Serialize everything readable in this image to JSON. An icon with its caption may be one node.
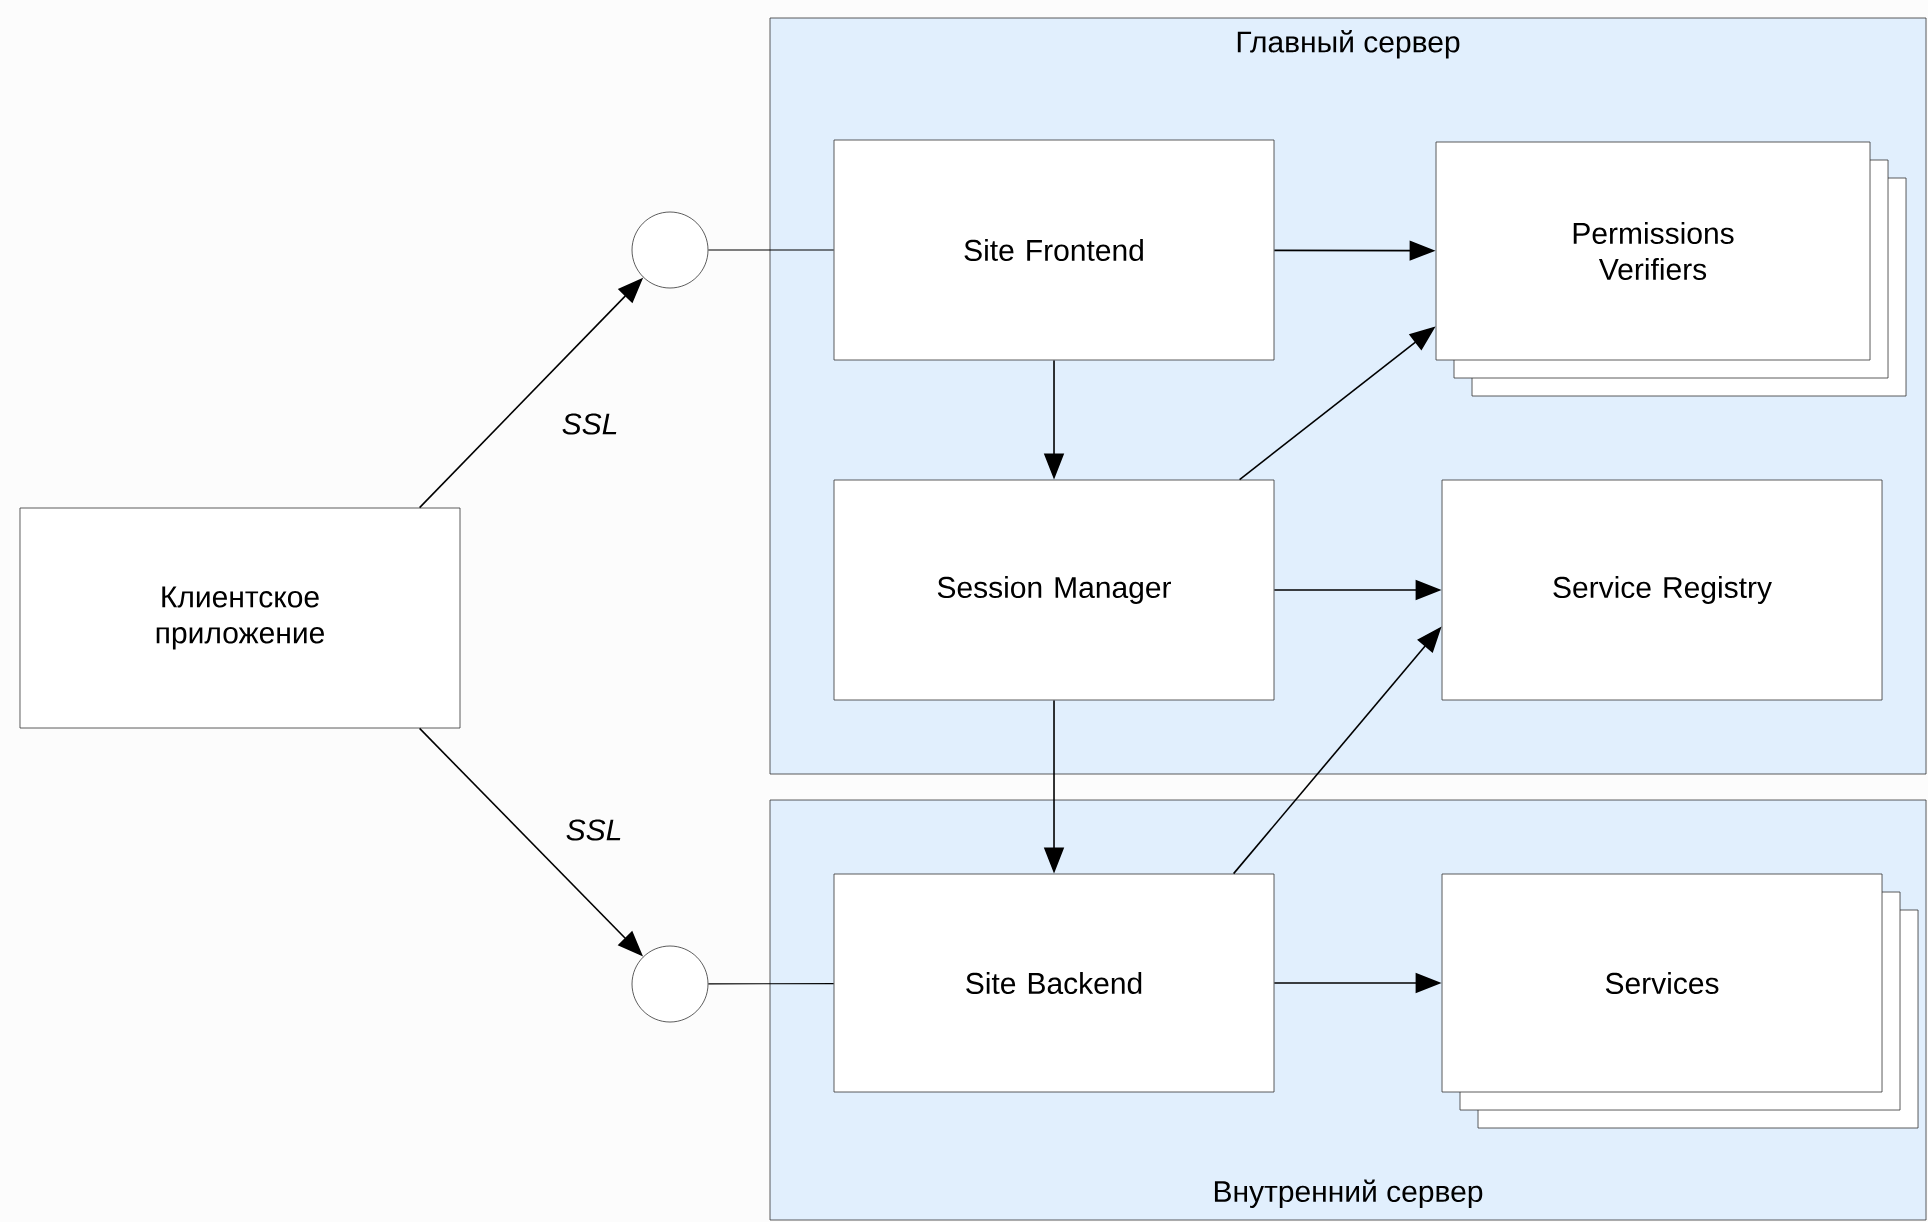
{
  "diagram": {
    "nodes": [
      {
        "text": [
          "Главный сервер"
        ]
      },
      {
        "text": [
          "Внутренний сервер"
        ]
      },
      {
        "text": [
          "Клиентское приложение"
        ]
      },
      {
        "text": [],
        "shape": "circle"
      },
      {
        "text": [],
        "shape": "circle"
      },
      {
        "text": [
          "Site Frontend"
        ],
        "in": 0
      },
      {
        "text": [
          "Permissions Verifiers"
        ],
        "in": 0
      },
      {
        "text": [
          "Session Manager"
        ],
        "in": 0
      },
      {
        "text": [
          "Service Registry"
        ],
        "in": 0
      },
      {
        "text": [
          "Site Backend"
        ],
        "in": 1
      },
      {
        "text": [
          "Services"
        ],
        "in": 1
      }
    ],
    "edges": [
      {
        "from": 2,
        "to": 3,
        "arrow": "to",
        "label": "SSL"
      },
      {
        "from": 2,
        "to": 4,
        "arrow": "to",
        "label": "SSL"
      },
      {
        "from": 3,
        "to": 5,
        "arrow": "none"
      },
      {
        "from": 4,
        "to": 9,
        "arrow": "none"
      },
      {
        "from": 5,
        "to": 6,
        "arrow": "to"
      },
      {
        "from": 5,
        "to": 7,
        "arrow": "to"
      },
      {
        "from": 7,
        "to": 6,
        "arrow": "to"
      },
      {
        "from": 7,
        "to": 8,
        "arrow": "to"
      },
      {
        "from": 7,
        "to": 9,
        "arrow": "to"
      },
      {
        "from": 9,
        "to": 8,
        "arrow": "to"
      },
      {
        "from": 9,
        "to": 10,
        "arrow": "to"
      }
    ]
  }
}
